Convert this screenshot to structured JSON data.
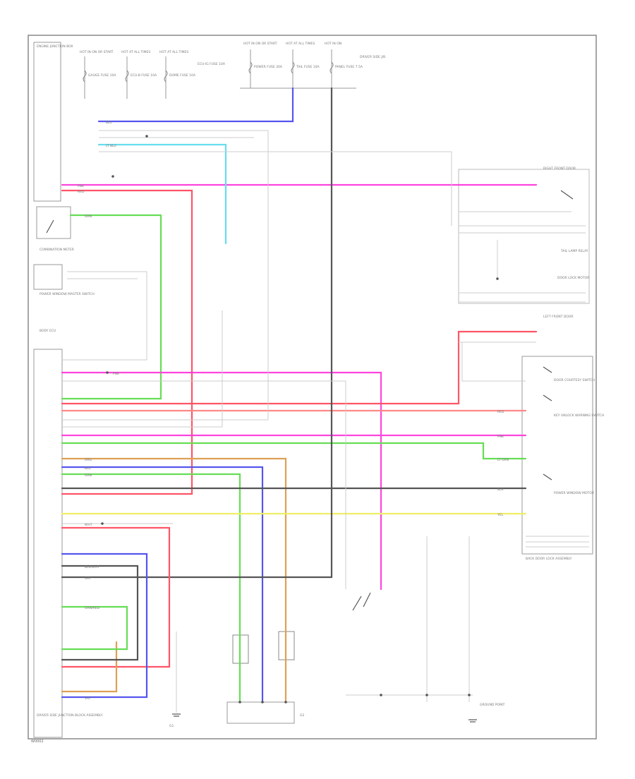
{
  "colors": {
    "pink": "#ff44dd",
    "red": "#ff5566",
    "blue": "#5555ee",
    "green": "#66dd55",
    "cyan": "#66ddee",
    "yellow": "#eeee66",
    "orange": "#dda055",
    "gray": "#555555",
    "light_gray": "#c8c8c8",
    "frame": "#888888"
  },
  "labels": {
    "module_top": "ENGINE JUNCTION BOX",
    "hot_run_1": "HOT IN ON OR START",
    "hot_run_2": "HOT AT ALL TIMES",
    "hot_run_3": "HOT AT ALL TIMES",
    "hot_top_1": "HOT IN ON OR START",
    "hot_top_2": "HOT AT ALL TIMES",
    "hot_top_3": "HOT IN ON",
    "fuse_1": "GAUGE FUSE 10A",
    "fuse_2": "ECU-B FUSE 10A",
    "fuse_3": "DOME FUSE 10A",
    "fuse_4": "ECU-IG FUSE 10A",
    "fuse_5": "POWER FUSE 30A",
    "fuse_6": "TAIL FUSE 10A",
    "fuse_7": "PANEL FUSE 7.5A",
    "junction_note": "DRIVER SIDE J/B",
    "combination_meter": "COMBINATION METER",
    "power_window_sw": "POWER WINDOW MASTER SWITCH",
    "power_window_motor": "POWER WINDOW MOTOR",
    "door_lock_motor": "DOOR LOCK MOTOR",
    "left_front_door": "LEFT FRONT DOOR",
    "right_front_door": "RIGHT FRONT DOOR",
    "door_courtesy_sw": "DOOR COURTESY SWITCH",
    "key_unlock_sw": "KEY UNLOCK WARNING SWITCH",
    "tail_lamp_relay": "TAIL LAMP RELAY",
    "body_ecu": "BODY ECU",
    "ground_1": "G1",
    "ground_2": "G2",
    "ground_3": "GROUND POINT",
    "footer_module": "DRIVER SIDE JUNCTION BLOCK ASSEMBLY",
    "footer_note": "BACK DOOR LOCK ASSEMBLY",
    "page_ref": "W0002",
    "wire_lg": "LT GRN",
    "wire_pnk": "PNK",
    "wire_red": "RED",
    "wire_blu": "BLU",
    "wire_grn": "GRN",
    "wire_yel": "YEL",
    "wire_blk": "BLK",
    "wire_wht": "WHT",
    "wire_gry": "GRY",
    "wire_org": "ORG",
    "wire_ltblu": "LT BLU",
    "wire_vio": "VIO",
    "wire_blkwht": "BLK/WHT",
    "wire_grnred": "GRN/RED"
  }
}
